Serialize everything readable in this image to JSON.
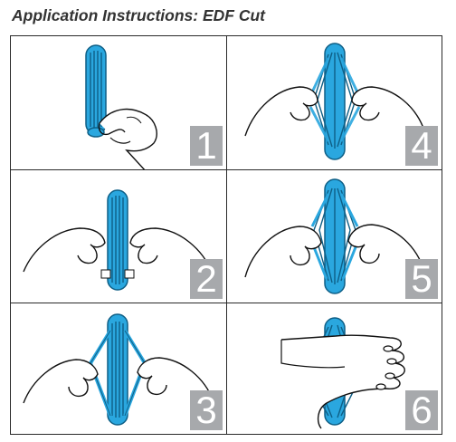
{
  "title": "Application Instructions: EDF Cut",
  "steps": [
    {
      "number": "1"
    },
    {
      "number": "2"
    },
    {
      "number": "3"
    },
    {
      "number": "4"
    },
    {
      "number": "5"
    },
    {
      "number": "6"
    }
  ],
  "colors": {
    "tape": "#2aa7df",
    "tape_stripe": "#0e5f86",
    "number_badge": "#a7a9ac",
    "border": "#2a2a2a"
  }
}
